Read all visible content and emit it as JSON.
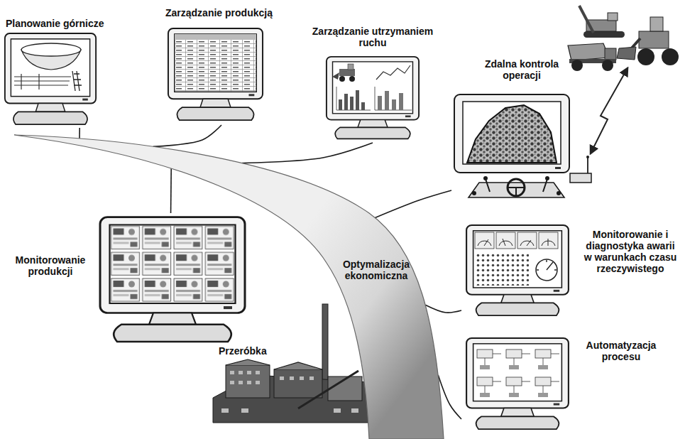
{
  "diagram": {
    "nodes": [
      {
        "text": [
          "Planowanie górnicze"
        ]
      },
      {
        "text": [
          "Zarządzanie produkcją"
        ]
      },
      {
        "text": [
          "Zarządzanie utrzymaniem ruchu"
        ]
      },
      {
        "text": [
          "Zdalna kontrola operacji"
        ]
      },
      {
        "text": [
          "Monitorowanie produkcji"
        ]
      },
      {
        "text": [
          "Optymalizacja ekonomiczna"
        ]
      },
      {
        "text": [
          "Monitorowanie i diagnostyka awarii w warunkach czasu rzeczywistego"
        ]
      },
      {
        "text": [
          "Automatyzacja procesu"
        ]
      },
      {
        "text": [
          "Przeróbka"
        ]
      }
    ],
    "edges": [
      {
        "from": 0,
        "to": 5,
        "arrow": "none"
      },
      {
        "from": 1,
        "to": 5,
        "arrow": "none"
      },
      {
        "from": 2,
        "to": 5,
        "arrow": "none"
      },
      {
        "from": 3,
        "to": 5,
        "arrow": "none"
      },
      {
        "from": 4,
        "to": 5,
        "arrow": "none"
      },
      {
        "from": 6,
        "to": 5,
        "arrow": "none"
      },
      {
        "from": 7,
        "to": 5,
        "arrow": "none"
      }
    ]
  }
}
